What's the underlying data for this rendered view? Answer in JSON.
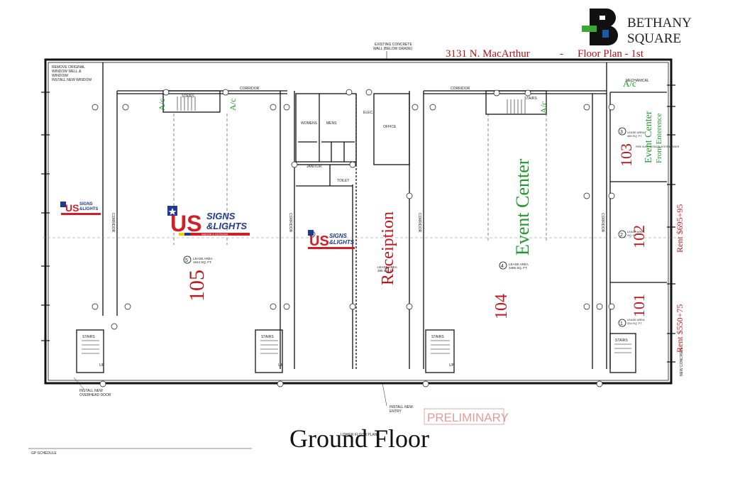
{
  "logo": {
    "letter": "B",
    "line1": "BETHANY",
    "line2": "SQUARE",
    "colors": {
      "black": "#111111",
      "green": "#3aa935",
      "blue": "#1c5aa8"
    }
  },
  "header": {
    "address": "3131 N. MacArthur",
    "separator": "-",
    "plan_title": "Floor Plan - 1st",
    "existing_wall_note_1": "EXISTING CONCRETE",
    "existing_wall_note_2": "WALL (BELOW GRADE)"
  },
  "notes": {
    "window_1": "REMOVE ORIGINAL",
    "window_2": "WINDOW WELL &",
    "window_3": "WINDOW/",
    "window_4": "INSTALL NEW WINDOW",
    "overhead_1": "INSTALL NEW",
    "overhead_2": "OVERHEAD DOOR",
    "entry_1": "INSTALL NEW",
    "entry_2": "ENTRY",
    "concrete": "NEW CONCRETE",
    "preliminary": "PRELIMINARY",
    "lower_plan": "LOWER FLOOR PLAN",
    "bottom_left": "GP SCHEDULE"
  },
  "labels": {
    "stairs": "STAIRS",
    "corridor": "CORRIDOR",
    "elec": "ELEC.",
    "office": "OFFICE",
    "womens": "WOMENS",
    "mens": "MENS",
    "janitor": "JANITOR",
    "toilet": "TOILET",
    "mechanical": "MECHANICAL",
    "ac": "A/c",
    "lease_area": "LEASE AREA",
    "fire": "FIRE SUPPRESSION SYSTEM RISER",
    "up": "UP"
  },
  "rooms": {
    "r105": "105",
    "r104": "104",
    "r103": "103",
    "r102": "102",
    "r101": "101",
    "receiption": "Receiption",
    "event_center": "Event Center",
    "event_center_small": "Event Center",
    "front_entrance": "Front Enterence"
  },
  "lease": {
    "a105": "1644 SQ. FT.",
    "a104": "3496 SQ. FT.",
    "a103": "480 SQ. FT.",
    "a102": "SQ. FT.",
    "a101": "334 SQ. FT.",
    "areceipt": "396 SQ. FT."
  },
  "circles": {
    "c105": "5",
    "c104": "4",
    "c103": "3",
    "c102": "2",
    "c101": "1"
  },
  "rents": {
    "r102": "Rent $695+95",
    "r101": "Rent $550+75"
  },
  "signs": {
    "brand": "US",
    "line1": "SIGNS",
    "line2": "&LIGHTS",
    "tag": "INDOOR & OUTDOOR",
    "colors": {
      "red": "#d01f27",
      "blue": "#1f3a93"
    }
  },
  "footer": {
    "title": "Ground Floor"
  }
}
